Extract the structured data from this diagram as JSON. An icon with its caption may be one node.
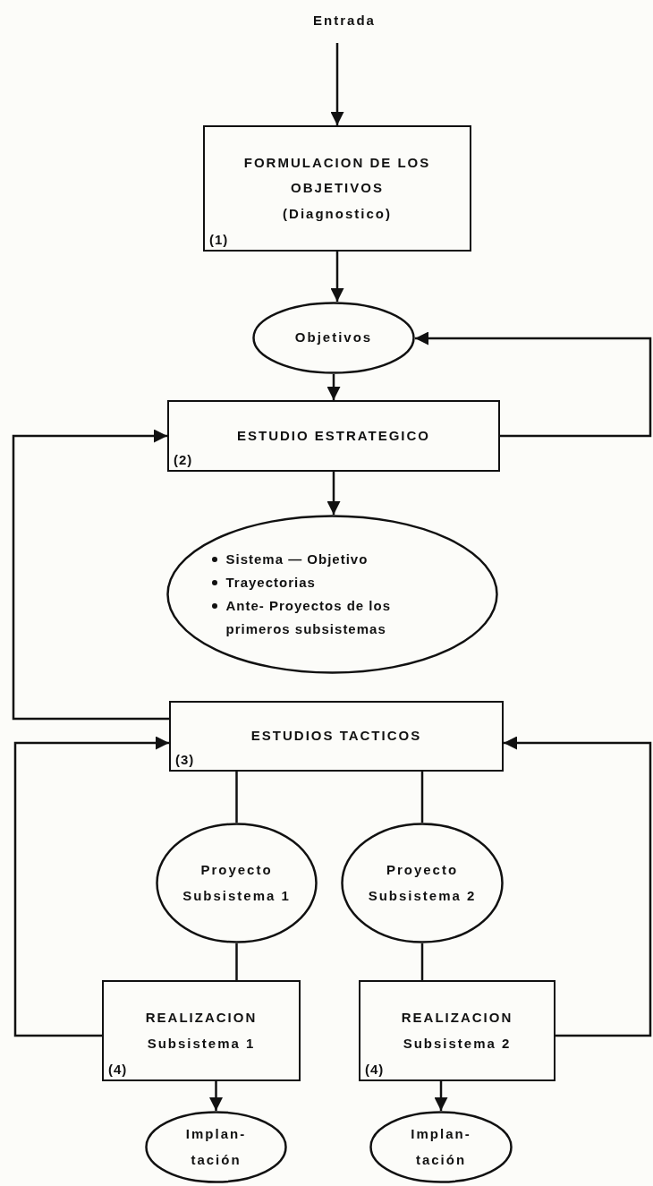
{
  "diagram": {
    "nodes": [
      {
        "text": [
          "Entrada"
        ]
      },
      {
        "text": [
          "FORMULACION DE LOS OBJETIVOS",
          "(Diagnostico)",
          "(1)"
        ]
      },
      {
        "text": [
          "Objetivos"
        ]
      },
      {
        "text": [
          "ESTUDIO ESTRATEGICO",
          "(2)"
        ]
      },
      {
        "text": [
          "Sistema — Objetivo",
          "Trayectorias",
          "Ante- Proyectos de los primeros subsistemas"
        ]
      },
      {
        "text": [
          "ESTUDIOS TACTICOS",
          "(3)"
        ]
      },
      {
        "text": [
          "Proyecto Subsistema 1"
        ]
      },
      {
        "text": [
          "Proyecto Subsistema 2"
        ]
      },
      {
        "text": [
          "REALIZACION",
          "Subsistema 1",
          "(4)"
        ]
      },
      {
        "text": [
          "REALIZACION",
          "Subsistema 2",
          "(4)"
        ]
      },
      {
        "text": [
          "Implan- tación"
        ]
      },
      {
        "text": [
          "Implan- tación"
        ]
      }
    ],
    "edges": [
      {
        "from": 0,
        "to": 1,
        "arrow": "to"
      },
      {
        "from": 1,
        "to": 2,
        "arrow": "to"
      },
      {
        "from": 2,
        "to": 3,
        "arrow": "to"
      },
      {
        "from": 3,
        "to": 2,
        "arrow": "to"
      },
      {
        "from": 3,
        "to": 4,
        "arrow": "to"
      },
      {
        "from": 5,
        "to": 3,
        "arrow": "to"
      },
      {
        "from": 5,
        "to": 6,
        "arrow": "none"
      },
      {
        "from": 5,
        "to": 7,
        "arrow": "none"
      },
      {
        "from": 6,
        "to": 8,
        "arrow": "none"
      },
      {
        "from": 7,
        "to": 9,
        "arrow": "none"
      },
      {
        "from": 8,
        "to": 5,
        "arrow": "to"
      },
      {
        "from": 9,
        "to": 5,
        "arrow": "to"
      },
      {
        "from": 8,
        "to": 10,
        "arrow": "to"
      },
      {
        "from": 9,
        "to": 11,
        "arrow": "to"
      }
    ]
  }
}
